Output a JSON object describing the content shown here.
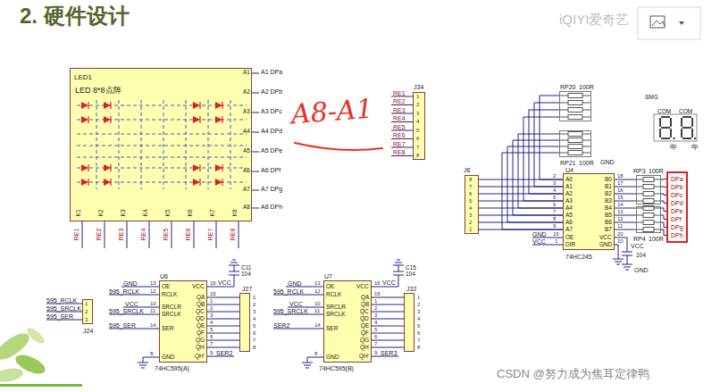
{
  "diagram": {
    "title": "2. 硬件设计",
    "nodes": [
      {
        "text": [
          "LED1",
          "LED 8*8点阵"
        ]
      },
      {
        "text": [
          "J34"
        ]
      },
      {
        "text": [
          "J24"
        ]
      },
      {
        "text": [
          "U6",
          "74HC595(A)"
        ]
      },
      {
        "text": [
          "J27"
        ]
      },
      {
        "text": [
          "U7",
          "74HC595(B)"
        ]
      },
      {
        "text": [
          "J32"
        ]
      },
      {
        "text": [
          "RP20",
          "100R"
        ]
      },
      {
        "text": [
          "RP21",
          "100R"
        ]
      },
      {
        "text": [
          "J6"
        ]
      },
      {
        "text": [
          "U4",
          "74HC245"
        ]
      },
      {
        "text": [
          "RP3",
          "100R"
        ]
      },
      {
        "text": [
          "RP4",
          "100R"
        ]
      },
      {
        "text": [
          "DPa",
          "DPb",
          "DPc",
          "DPd",
          "DPe",
          "DPf",
          "DPg",
          "DPh"
        ]
      }
    ],
    "edges": [
      {
        "from": 3,
        "to": 4,
        "arrow": "none"
      },
      {
        "from": 5,
        "to": 6,
        "arrow": "none"
      },
      {
        "from": 9,
        "to": 10,
        "arrow": "none"
      },
      {
        "from": 7,
        "to": 10,
        "arrow": "none"
      },
      {
        "from": 8,
        "to": 10,
        "arrow": "none"
      },
      {
        "from": 10,
        "to": 11,
        "arrow": "none"
      },
      {
        "from": 10,
        "to": 12,
        "arrow": "none"
      },
      {
        "from": 11,
        "to": 13,
        "arrow": "none"
      },
      {
        "from": 12,
        "to": 13,
        "arrow": "none"
      }
    ],
    "labels": [
      "A1",
      "A2",
      "A3",
      "A4",
      "A5",
      "A6",
      "A7",
      "A8",
      "A1 DPa",
      "A2 DPb",
      "A3 DPc",
      "A4 DPd",
      "A5 DPe",
      "A6 DPf",
      "A7 DPg",
      "A8 DPh",
      "K1",
      "K2",
      "K3",
      "K4",
      "K5",
      "K6",
      "K7",
      "K8",
      "RE1",
      "RE2",
      "RE3",
      "RE4",
      "RE5",
      "RE6",
      "RE7",
      "RE8",
      "RE1",
      "RE2",
      "RE3",
      "RE4",
      "RE5",
      "RE6",
      "RE7",
      "RE8",
      "1",
      "2",
      "3",
      "4",
      "5",
      "6",
      "7",
      "8",
      "A8-A1",
      "595_RCLK",
      "595_SRCLK",
      "595_SER",
      "1",
      "2",
      "3",
      "GND",
      "595_RCLK",
      "VCC",
      "595_SRCLK",
      "595_SER",
      "13",
      "12",
      "10",
      "11",
      "14",
      "8",
      "OE",
      "RCLK",
      "SRCLR",
      "SRCLK",
      "SER",
      "GND",
      "VCC",
      "QA",
      "QB",
      "QC",
      "QD",
      "QE",
      "QF",
      "QG",
      "QH",
      "QH'",
      "16",
      "15",
      "1",
      "2",
      "3",
      "4",
      "5",
      "6",
      "7",
      "9",
      "C11",
      "104",
      "VCC",
      "SER2",
      "1",
      "2",
      "3",
      "4",
      "5",
      "6",
      "7",
      "8",
      "GND",
      "595_RCLK",
      "VCC",
      "595_SRCLK",
      "SER2",
      "13",
      "12",
      "10",
      "11",
      "14",
      "8",
      "OE",
      "RCLK",
      "SRCLR",
      "SRCLK",
      "SER",
      "GND",
      "VCC",
      "QA",
      "QB",
      "QC",
      "QD",
      "QE",
      "QF",
      "QG",
      "QH",
      "QH'",
      "16",
      "15",
      "1",
      "2",
      "3",
      "4",
      "5",
      "6",
      "7",
      "9",
      "C15",
      "104",
      "VCC",
      "SER3",
      "1",
      "2",
      "3",
      "4",
      "5",
      "6",
      "7",
      "8",
      "GND",
      "8",
      "7",
      "6",
      "5",
      "4",
      "3",
      "2",
      "1",
      "2",
      "3",
      "4",
      "5",
      "6",
      "7",
      "8",
      "9",
      "A0",
      "A1",
      "A2",
      "A3",
      "A4",
      "A5",
      "A6",
      "A7",
      "B0",
      "B1",
      "B2",
      "B3",
      "B4",
      "B5",
      "B6",
      "B7",
      "18",
      "17",
      "16",
      "15",
      "14",
      "13",
      "12",
      "11",
      "19",
      "OE",
      "VCC",
      "20",
      "1",
      "DIR",
      "GND",
      "10",
      "GND",
      "VCC",
      "VCC",
      "104",
      "GND",
      "SMG",
      "COM",
      "COM",
      "dp",
      "dp",
      "iQIYI爱奇艺",
      "CSDN @努力成为焦耳定律鸭"
    ]
  }
}
